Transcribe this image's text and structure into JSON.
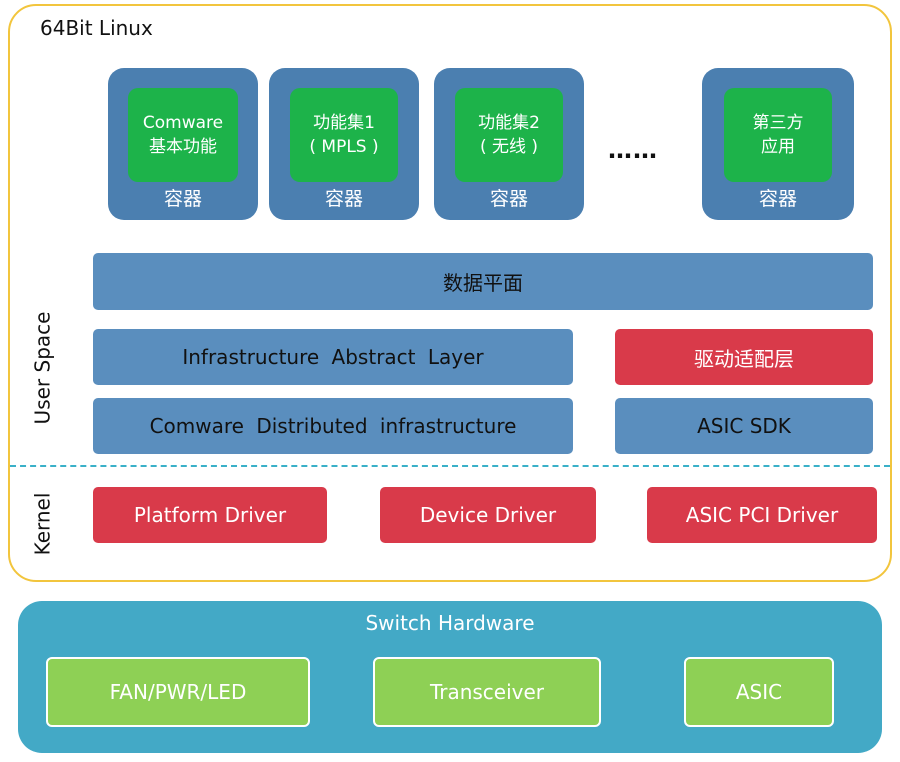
{
  "linux": {
    "title": "64Bit Linux"
  },
  "containers": [
    {
      "name": "Comware",
      "sub": "基本功能",
      "label": "容器"
    },
    {
      "name": "功能集1",
      "sub": "( MPLS )",
      "label": "容器"
    },
    {
      "name": "功能集2",
      "sub": "( 无线 )",
      "label": "容器"
    },
    {
      "name": "第三方",
      "sub": "应用",
      "label": "容器"
    }
  ],
  "ellipsis": "……",
  "user_space": {
    "label": "User Space",
    "data_plane": "数据平面",
    "infra_abstract": "Infrastructure  Abstract  Layer",
    "driver_adapter": "驱动适配层",
    "comware_dist": "Comware  Distributed  infrastructure",
    "asic_sdk": "ASIC SDK"
  },
  "kernel": {
    "label": "Kernel",
    "platform_driver": "Platform Driver",
    "device_driver": "Device Driver",
    "asic_pci_driver": "ASIC PCI Driver"
  },
  "hardware": {
    "title": "Switch Hardware",
    "fan_pwr_led": "FAN/PWR/LED",
    "transceiver": "Transceiver",
    "asic": "ASIC"
  },
  "colors": {
    "linux_border": "#f2c53d",
    "container_blue": "#4b7fb0",
    "app_green": "#1db34a",
    "layer_blue": "#5a8ebe",
    "driver_red": "#d93a4a",
    "divider_cyan": "#3ab0c8",
    "hardware_teal": "#43a9c6",
    "hardware_green": "#8ed055"
  }
}
